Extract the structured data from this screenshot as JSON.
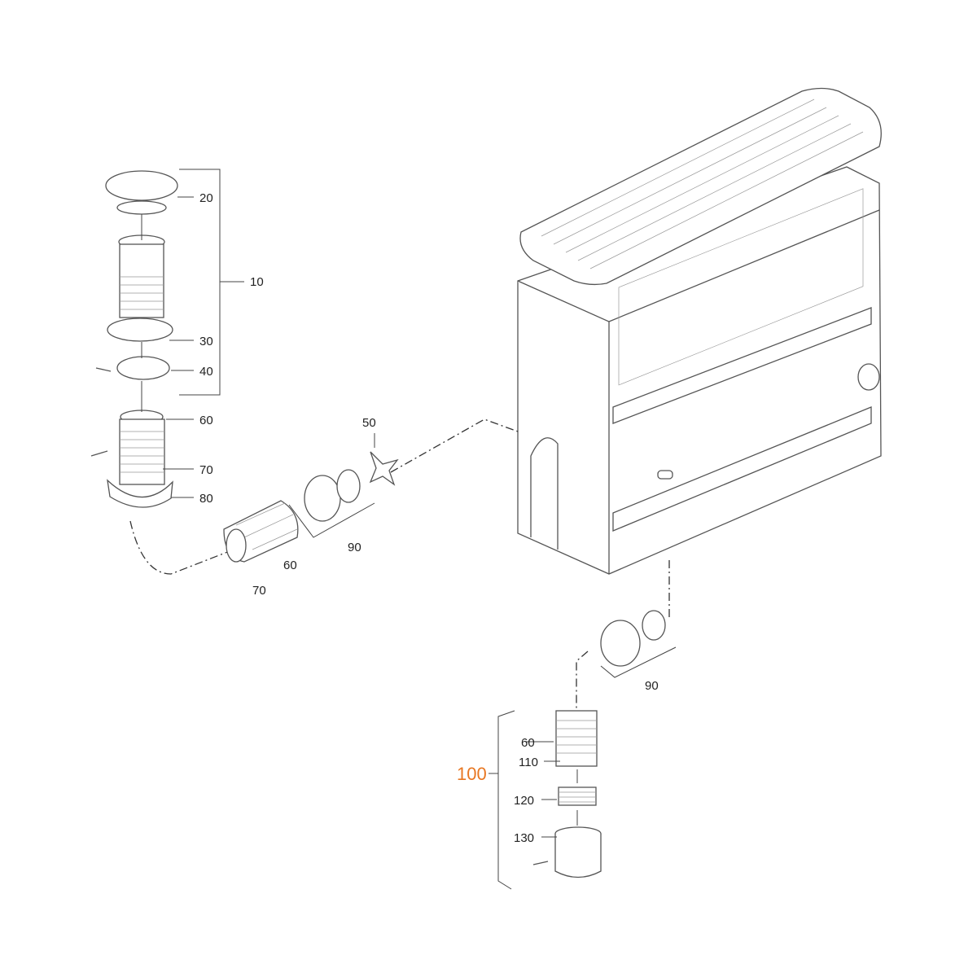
{
  "diagram": {
    "labels": {
      "l20": "20",
      "l10": "10",
      "l30": "30",
      "l40": "40",
      "l60a": "60",
      "l70a": "70",
      "l80": "80",
      "l50": "50",
      "l90a": "90",
      "l60b": "60",
      "l70b": "70",
      "l90b": "90",
      "l60c": "60",
      "l110": "110",
      "l100": "100",
      "l120": "120",
      "l130": "130"
    },
    "colors": {
      "highlight": "#e87722"
    }
  }
}
